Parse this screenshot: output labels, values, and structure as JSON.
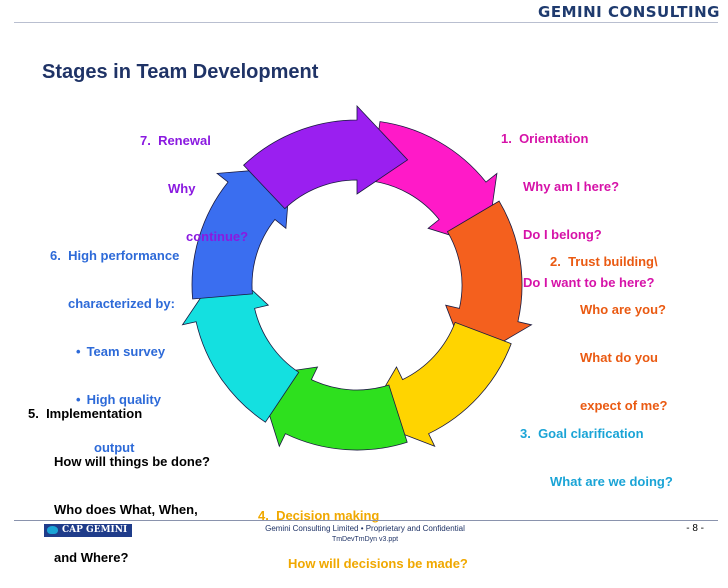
{
  "header": {
    "brand": "GEMINI CONSULTING"
  },
  "title": "Stages in Team Development",
  "stages": [
    {
      "heading": "1.  Orientation",
      "lines": [
        "Why am I here?",
        "Do I belong?",
        "Do I want to be here?"
      ],
      "color": "#d612a8"
    },
    {
      "heading": "2.  Trust building\\",
      "lines": [
        "Who are you?",
        "What do you",
        "expect of me?"
      ],
      "color": "#ea5a12"
    },
    {
      "heading": "3.  Goal clarification",
      "lines": [
        "What are we doing?"
      ],
      "color": "#1aa4d6"
    },
    {
      "heading": "4.  Decision making",
      "lines": [
        "How will decisions be made?"
      ],
      "color": "#f0a800"
    },
    {
      "heading": "5.  Implementation",
      "lines": [
        "How will things be done?",
        "Who does What, When,",
        "and Where?"
      ],
      "color": "#000000"
    },
    {
      "heading": "6.  High performance",
      "lines": [
        "characterized by:"
      ],
      "bullets": [
        "Team survey",
        "High quality"
      ],
      "tail": "output",
      "color": "#2d6ad8"
    },
    {
      "heading": "7.  Renewal",
      "lines": [
        "Why",
        "continue?"
      ],
      "color": "#8a19e0"
    }
  ],
  "cycle_colors": [
    "#ff1ac8",
    "#f4601e",
    "#ffd400",
    "#2ee01e",
    "#14e0e0",
    "#3a6ef0",
    "#9a1ff0"
  ],
  "footer": {
    "logo": "CAP GEMINI",
    "text": "Gemini Consulting Limited  •  Proprietary and Confidential",
    "file": "TmDevTmDyn v3.ppt",
    "page": "- 8 -"
  }
}
